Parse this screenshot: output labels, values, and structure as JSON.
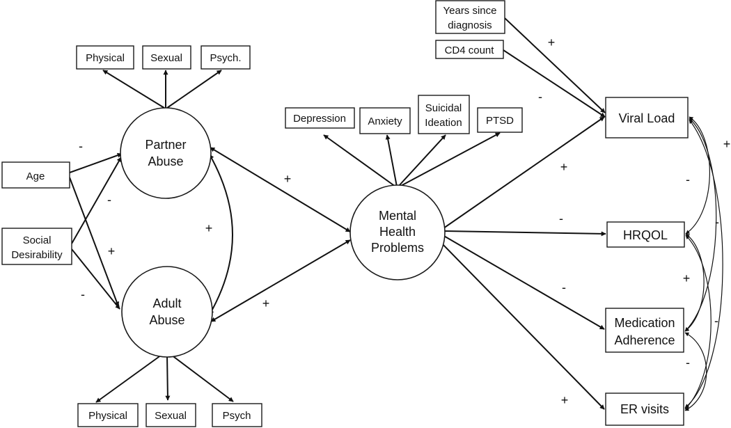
{
  "nodes": {
    "partner_abuse": [
      "Partner",
      "Abuse"
    ],
    "adult_abuse": [
      "Adult",
      "Abuse"
    ],
    "mental_health": [
      "Mental",
      "Health",
      "Problems"
    ],
    "age": "Age",
    "social_desirability": [
      "Social",
      "Desirability"
    ],
    "physical_top": "Physical",
    "sexual_top": "Sexual",
    "psych_top": "Psych.",
    "physical_bottom": "Physical",
    "sexual_bottom": "Sexual",
    "psych_bottom": "Psych",
    "depression": "Depression",
    "anxiety": "Anxiety",
    "suicidal_ideation": [
      "Suicidal",
      "Ideation"
    ],
    "ptsd": "PTSD",
    "years_since_diagnosis": [
      "Years since",
      "diagnosis"
    ],
    "cd4_count": "CD4 count",
    "viral_load": "Viral Load",
    "hrqol": "HRQOL",
    "medication_adherence": [
      "Medication",
      "Adherence"
    ],
    "er_visits": "ER visits"
  },
  "signs": {
    "age_partner": "-",
    "age_adult": "-",
    "social_partner": "+",
    "social_adult": "-",
    "partner_adult": "+",
    "partner_mental": "+",
    "adult_mental": "+",
    "years_viral": "+",
    "cd4_viral": "-",
    "mental_viral": "+",
    "mental_hrqol": "-",
    "mental_medication": "-",
    "mental_er": "+",
    "right_1": "+",
    "right_2": "-",
    "right_3": "-",
    "right_4": "+",
    "right_5": "-",
    "right_6": "-"
  }
}
